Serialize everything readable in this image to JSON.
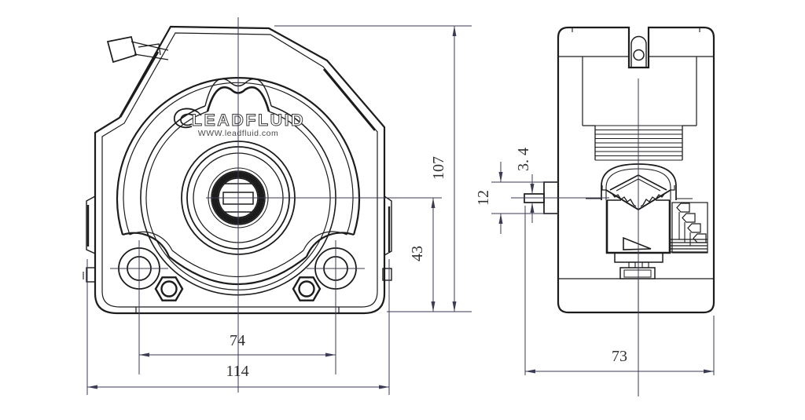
{
  "drawing": {
    "brand": {
      "logo": "LEADFLUID",
      "website": "WWW.leadfluid.com"
    },
    "dims": {
      "overall_height": "107",
      "center_to_base": "43",
      "hole_spacing": "74",
      "overall_width": "114",
      "overall_depth": "73",
      "boss_width": "12",
      "shaft_tab_width": "3. 4"
    },
    "colors": {
      "geometry": "#1c1c1c",
      "dimension": "#3b3b54",
      "background": "#ffffff",
      "text": "#2f2f2f"
    }
  }
}
